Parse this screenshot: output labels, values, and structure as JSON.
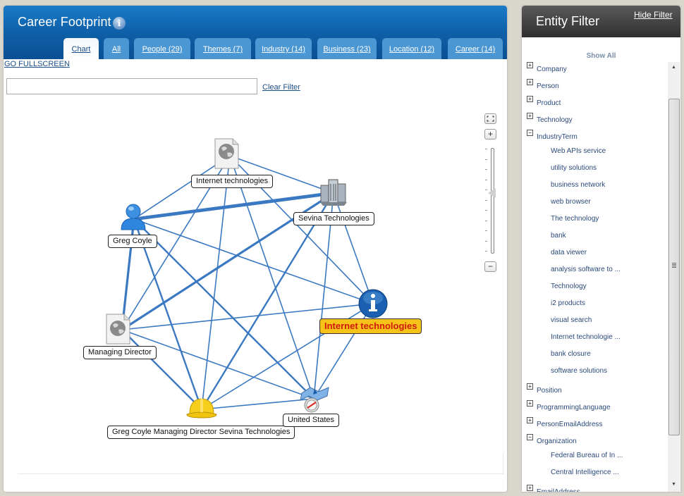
{
  "main": {
    "title": "Career Footprint",
    "info_icon": "info-icon",
    "tabs": [
      {
        "label": "Chart",
        "active": true
      },
      {
        "label": "All",
        "active": false
      },
      {
        "label": "People (29)",
        "active": false
      },
      {
        "label": "Themes (7)",
        "active": false
      },
      {
        "label": "Industry (14)",
        "active": false
      },
      {
        "label": "Business (23)",
        "active": false
      },
      {
        "label": "Location (12)",
        "active": false
      },
      {
        "label": "Career (14)",
        "active": false
      }
    ],
    "fullscreen_label": "GO FULLSCREEN",
    "filter_input": {
      "value": "",
      "placeholder": ""
    },
    "clear_filter_label": "Clear Filter"
  },
  "graph": {
    "nodes": [
      {
        "id": "n1",
        "label": "Internet technologies",
        "icon": "document-globe-icon",
        "selected": false
      },
      {
        "id": "n2",
        "label": "Sevina Technologies",
        "icon": "buildings-icon",
        "selected": false
      },
      {
        "id": "n3",
        "label": "Greg Coyle",
        "icon": "person-icon",
        "selected": false
      },
      {
        "id": "n4",
        "label": "Internet technologies",
        "icon": "info-circle-icon",
        "selected": true
      },
      {
        "id": "n5",
        "label": "Managing Director",
        "icon": "document-globe-icon",
        "selected": false
      },
      {
        "id": "n6",
        "label": "Greg Coyle Managing Director Sevina Technologies",
        "icon": "hardhat-icon",
        "selected": false
      },
      {
        "id": "n7",
        "label": "United States",
        "icon": "map-compass-icon",
        "selected": false
      }
    ],
    "edges": [
      [
        "n1",
        "n2",
        1
      ],
      [
        "n1",
        "n3",
        1
      ],
      [
        "n1",
        "n4",
        1
      ],
      [
        "n1",
        "n5",
        1
      ],
      [
        "n1",
        "n6",
        1
      ],
      [
        "n1",
        "n7",
        1
      ],
      [
        "n2",
        "n3",
        3
      ],
      [
        "n2",
        "n4",
        1
      ],
      [
        "n2",
        "n5",
        2
      ],
      [
        "n2",
        "n6",
        1.5
      ],
      [
        "n2",
        "n7",
        1
      ],
      [
        "n3",
        "n4",
        1
      ],
      [
        "n3",
        "n5",
        2
      ],
      [
        "n3",
        "n6",
        1.5
      ],
      [
        "n3",
        "n7",
        1.5
      ],
      [
        "n4",
        "n5",
        1
      ],
      [
        "n4",
        "n6",
        1
      ],
      [
        "n4",
        "n7",
        1
      ],
      [
        "n5",
        "n6",
        1.5
      ],
      [
        "n5",
        "n7",
        1
      ],
      [
        "n6",
        "n7",
        1
      ]
    ],
    "edge_color": "#3a78c2",
    "zoom_level_fraction": 0.45,
    "controls": {
      "fit": "fit-screen-icon",
      "zoom_in": "+",
      "zoom_out": "−"
    }
  },
  "filter_panel": {
    "title": "Entity Filter",
    "hide_label": "Hide Filter",
    "show_all_label": "Show All",
    "tree": [
      {
        "label": "Company",
        "type": "group",
        "expanded": false
      },
      {
        "label": "Person",
        "type": "group",
        "expanded": false
      },
      {
        "label": "Product",
        "type": "group",
        "expanded": false
      },
      {
        "label": "Technology",
        "type": "group",
        "expanded": false
      },
      {
        "label": "IndustryTerm",
        "type": "group",
        "expanded": true
      },
      {
        "label": "Web APIs service",
        "type": "child"
      },
      {
        "label": "utility solutions",
        "type": "child"
      },
      {
        "label": "business network",
        "type": "child"
      },
      {
        "label": "web browser",
        "type": "child"
      },
      {
        "label": "The technology",
        "type": "child"
      },
      {
        "label": "bank",
        "type": "child"
      },
      {
        "label": "data viewer",
        "type": "child"
      },
      {
        "label": "analysis software to ...",
        "type": "child"
      },
      {
        "label": "Technology",
        "type": "child"
      },
      {
        "label": "i2 products",
        "type": "child"
      },
      {
        "label": "visual search",
        "type": "child"
      },
      {
        "label": "Internet technologie ...",
        "type": "child"
      },
      {
        "label": "bank closure",
        "type": "child"
      },
      {
        "label": "software solutions",
        "type": "child"
      },
      {
        "label": "Position",
        "type": "group",
        "expanded": false
      },
      {
        "label": "ProgrammingLanguage",
        "type": "group",
        "expanded": false
      },
      {
        "label": "PersonEmailAddress",
        "type": "group",
        "expanded": false
      },
      {
        "label": "Organization",
        "type": "group",
        "expanded": true
      },
      {
        "label": "Federal Bureau of In ...",
        "type": "child"
      },
      {
        "label": "Central Intelligence ...",
        "type": "child"
      },
      {
        "label": "EmailAddress",
        "type": "group",
        "expanded": false
      }
    ],
    "toggle_expanded": "−",
    "toggle_collapsed": "+"
  },
  "colors": {
    "header_blue": "#0f62aa",
    "tab_blue": "#4b97d3",
    "link_blue": "#1c4e87",
    "selected_label_bg": "#f7c21a",
    "selected_label_text": "#d11a0a",
    "filter_header": "#3a3a3a"
  }
}
